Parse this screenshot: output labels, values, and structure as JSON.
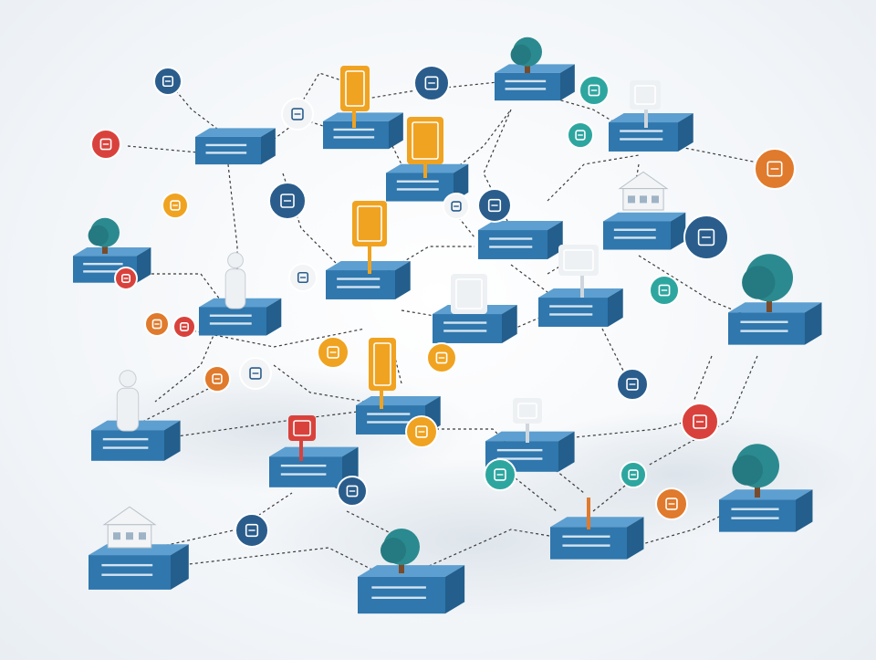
{
  "title": "",
  "caption": "",
  "colors": {
    "box_front": "#2f77ad",
    "box_side": "#235e8c",
    "box_top": "#5d9fd0",
    "connector": "#3b3b3b",
    "orange": "#f0a321",
    "deep_orange": "#e07a2c",
    "red": "#d9423c",
    "navy": "#2a5d8c",
    "teal": "#2ea6a0",
    "white": "#f2f4f6",
    "tree": "#2b8a8f"
  },
  "nodes": [
    {
      "id": "n1",
      "label": "network-node"
    },
    {
      "id": "n2",
      "label": "network-node"
    },
    {
      "id": "n3",
      "label": "network-node"
    },
    {
      "id": "n4",
      "label": "network-node"
    },
    {
      "id": "n5",
      "label": "network-node"
    },
    {
      "id": "n6",
      "label": "network-node"
    },
    {
      "id": "n7",
      "label": "network-node"
    },
    {
      "id": "n8",
      "label": "network-node"
    },
    {
      "id": "n9",
      "label": "network-node"
    },
    {
      "id": "n10",
      "label": "network-node"
    },
    {
      "id": "n11",
      "label": "network-node"
    },
    {
      "id": "n12",
      "label": "network-node"
    },
    {
      "id": "n13",
      "label": "network-node"
    },
    {
      "id": "n14",
      "label": "network-node"
    },
    {
      "id": "n15",
      "label": "network-node"
    },
    {
      "id": "n16",
      "label": "network-node"
    },
    {
      "id": "n17",
      "label": "network-node"
    },
    {
      "id": "n18",
      "label": "network-node"
    },
    {
      "id": "n19",
      "label": "network-node"
    },
    {
      "id": "n20",
      "label": "network-node"
    },
    {
      "id": "n21",
      "label": "network-node"
    }
  ],
  "icons": [
    {
      "name": "document-icon",
      "color": "navy"
    },
    {
      "name": "warning-icon",
      "color": "red"
    },
    {
      "name": "chart-icon",
      "color": "orange"
    },
    {
      "name": "hourglass-icon",
      "color": "navy"
    },
    {
      "name": "monitor-icon",
      "color": "teal"
    },
    {
      "name": "building-icon",
      "color": "teal"
    },
    {
      "name": "calendar-icon",
      "color": "deep_orange"
    },
    {
      "name": "person-pin-icon",
      "color": "navy"
    },
    {
      "name": "settings-icon",
      "color": "white"
    },
    {
      "name": "lock-icon",
      "color": "navy"
    },
    {
      "name": "location-icon",
      "color": "teal"
    },
    {
      "name": "bar-chart-icon",
      "color": "red"
    },
    {
      "name": "briefcase-icon",
      "color": "deep_orange"
    },
    {
      "name": "tools-icon",
      "color": "red"
    },
    {
      "name": "cloud-icon",
      "color": "white"
    },
    {
      "name": "target-icon",
      "color": "orange"
    },
    {
      "name": "wallet-icon",
      "color": "orange"
    },
    {
      "name": "arrow-icon",
      "color": "deep_orange"
    },
    {
      "name": "clock-icon",
      "color": "white"
    }
  ]
}
